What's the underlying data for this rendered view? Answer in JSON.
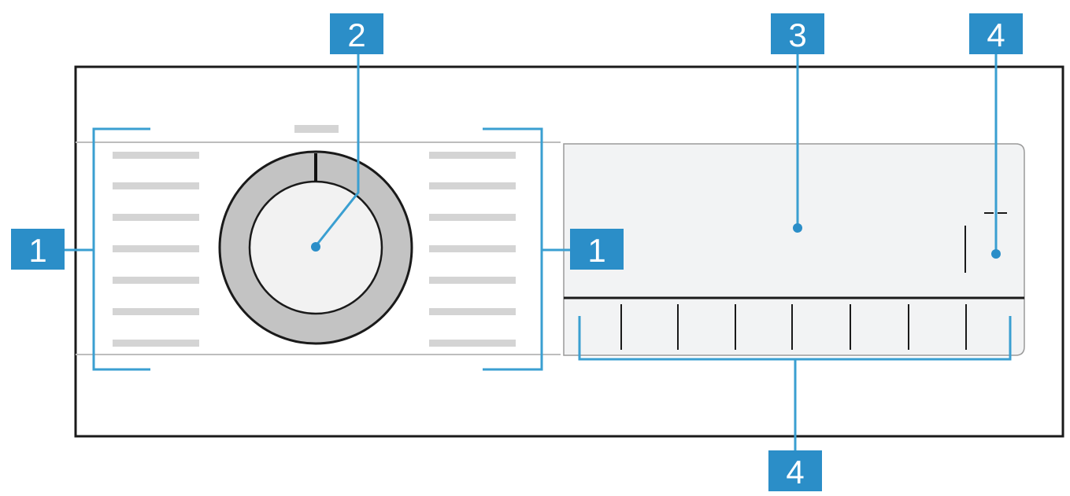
{
  "diagram": {
    "callouts": [
      {
        "id": "program-list-left",
        "label": "1"
      },
      {
        "id": "program-selector",
        "label": "2"
      },
      {
        "id": "display",
        "label": "3"
      },
      {
        "id": "start-button",
        "label": "4"
      },
      {
        "id": "program-list-right",
        "label": "1"
      },
      {
        "id": "touch-buttons",
        "label": "4"
      }
    ],
    "colors": {
      "callout": "#2b8ec8",
      "callout_line": "#3a9fd1",
      "outline": "#1a1a1a",
      "placeholder": "#d4d4d4",
      "ring": "#c3c3c3",
      "panel_fill": "#f2f3f4",
      "knob_fill": "#f2f2f2"
    }
  }
}
